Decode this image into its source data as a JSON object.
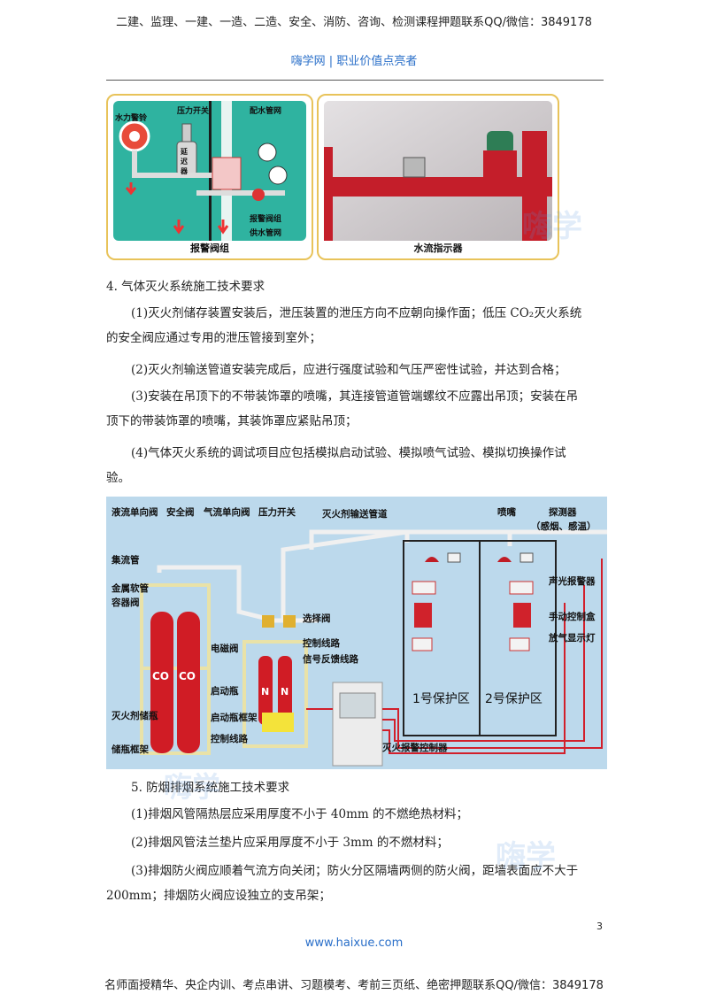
{
  "header": {
    "banner": "二建、监理、一建、一造、二造、安全、消防、咨询、检测课程押题联系QQ/微信：3849178",
    "brand": "嗨学网 | 职业价值点亮者"
  },
  "images": {
    "left": {
      "caption": "报警阀组",
      "labels": {
        "bell": "水力警铃",
        "pressure": "压力开关",
        "supply_top": "配水管网",
        "delay": "延迟器",
        "valve_group": "报警阀组",
        "supply_bottom": "供水管网"
      }
    },
    "right": {
      "caption": "水流指示器"
    }
  },
  "section4": {
    "heading": "4.  气体灭火系统施工技术要求",
    "p1_line1": "(1)灭火剂储存装置安装后，泄压装置的泄压方向不应朝向操作面；低压 CO₂灭火系统",
    "p1_line2": "的安全阀应通过专用的泄压管接到室外；",
    "p2": "(2)灭火剂输送管道安装完成后，应进行强度试验和气压严密性试验，并达到合格；",
    "p3_line1": "(3)安装在吊顶下的不带装饰罩的喷嘴，其连接管道管端螺纹不应露出吊顶；安装在吊",
    "p3_line2": "顶下的带装饰罩的喷嘴，其装饰罩应紧贴吊顶；",
    "p4_line1": "(4)气体灭火系统的调试项目应包括模拟启动试验、模拟喷气试验、模拟切换操作试",
    "p4_line2": "验。"
  },
  "diagram": {
    "labels": {
      "liquid_check": "液流单向阀",
      "safety_valve": "安全阀",
      "gas_check": "气流单向阀",
      "pressure_switch": "压力开关",
      "agent_pipe": "灭火剂输送管道",
      "nozzle": "喷嘴",
      "detector": "探测器",
      "detector_type": "（感烟、感温）",
      "manifold": "集流管",
      "metal_hose": "金属软管",
      "container_valve": "容器阀",
      "selector_valve": "选择阀",
      "control_line1": "控制线路",
      "signal_line": "信号反馈线路",
      "solenoid": "电磁阀",
      "starter_bottle": "启动瓶",
      "storage_bottle": "灭火剂储瓶",
      "starter_rack": "启动瓶框架",
      "control_line2": "控制线路",
      "storage_rack": "储瓶框架",
      "panel": "灭火报警控制器",
      "alarm": "声光报警器",
      "manual_box": "手动控制盒",
      "discharge_light": "放气显示灯",
      "zone1": "1号保护区",
      "zone2": "2号保护区",
      "co2": "CO",
      "n2": "N"
    }
  },
  "section5": {
    "heading": "5.  防烟排烟系统施工技术要求",
    "p1": "(1)排烟风管隔热层应采用厚度不小于 40mm 的不燃绝热材料；",
    "p2": "(2)排烟风管法兰垫片应采用厚度不小于 3mm 的不燃材料；",
    "p3_line1": "(3)排烟防火阀应顺着气流方向关闭；防火分区隔墙两侧的防火阀，距墙表面应不大于",
    "p3_line2": "200mm；排烟防火阀应设独立的支吊架；"
  },
  "footer": {
    "page_number": "3",
    "site": "www.haixue.com",
    "banner": "名师面授精华、央企内训、考点串讲、习题模考、考前三页纸、绝密押题联系QQ/微信：3849178"
  },
  "watermark": {
    "text": "嗨学"
  },
  "colors": {
    "brand": "#2a6fc9",
    "frame": "#e8c35a",
    "diagram_bg": "#bcd9ec",
    "pipe_red": "#d21f2b"
  }
}
